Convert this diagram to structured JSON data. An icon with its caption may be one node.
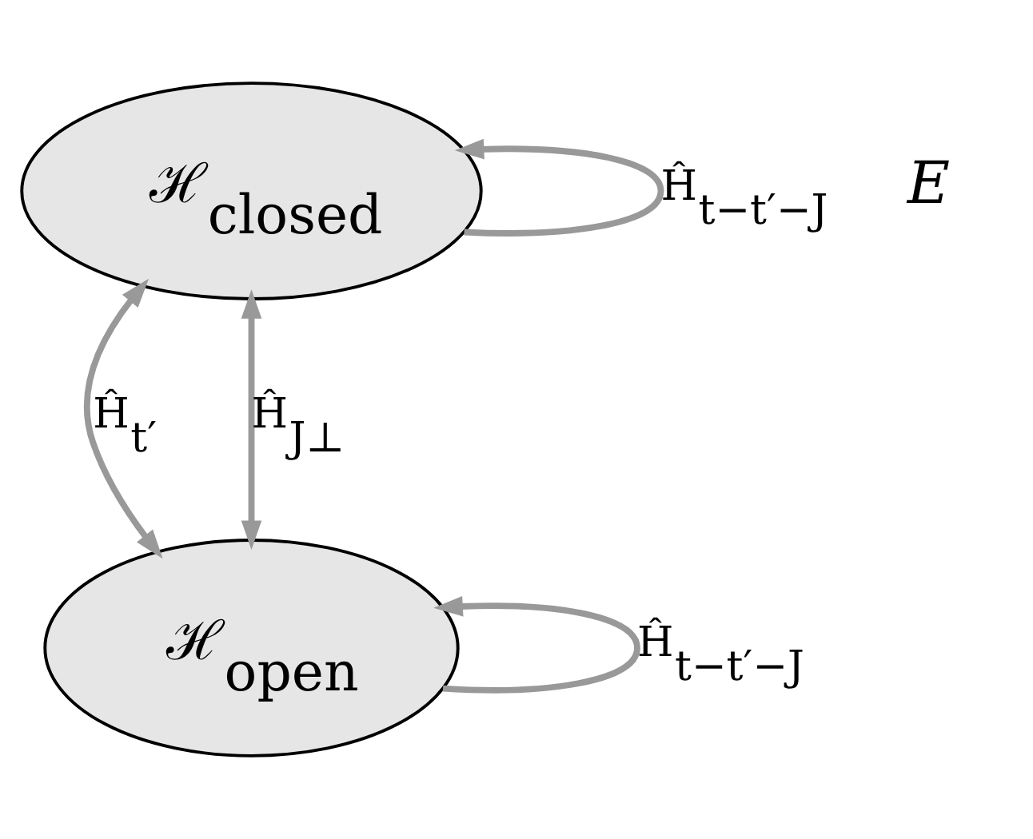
{
  "diagram": {
    "nodes": [
      {
        "text": [
          "ℋ$_{closed}$"
        ]
      },
      {
        "text": [
          "ℋ$_{open}$"
        ]
      }
    ],
    "edges": [
      {
        "from": 0,
        "to": 0,
        "arrow": "to",
        "label": "Ĥ$_{t−t′−J}$"
      },
      {
        "from": 1,
        "to": 1,
        "arrow": "to",
        "label": "Ĥ$_{t−t′−J}$"
      },
      {
        "from": 1,
        "to": 0,
        "arrow": "both",
        "label": "Ĥ$_{t′}$"
      },
      {
        "from": 1,
        "to": 0,
        "arrow": "both",
        "label": "Ĥ$_{J⊥}$"
      }
    ],
    "labels": [
      "E"
    ]
  }
}
